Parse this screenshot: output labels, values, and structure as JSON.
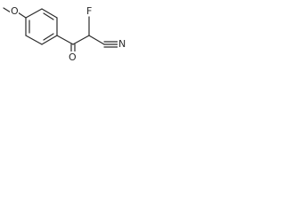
{
  "molecule": {
    "atoms": {
      "methoxy_oxygen": "O",
      "fluorine": "F",
      "carbonyl_oxygen": "O",
      "nitrile_nitrogen": "N"
    }
  }
}
